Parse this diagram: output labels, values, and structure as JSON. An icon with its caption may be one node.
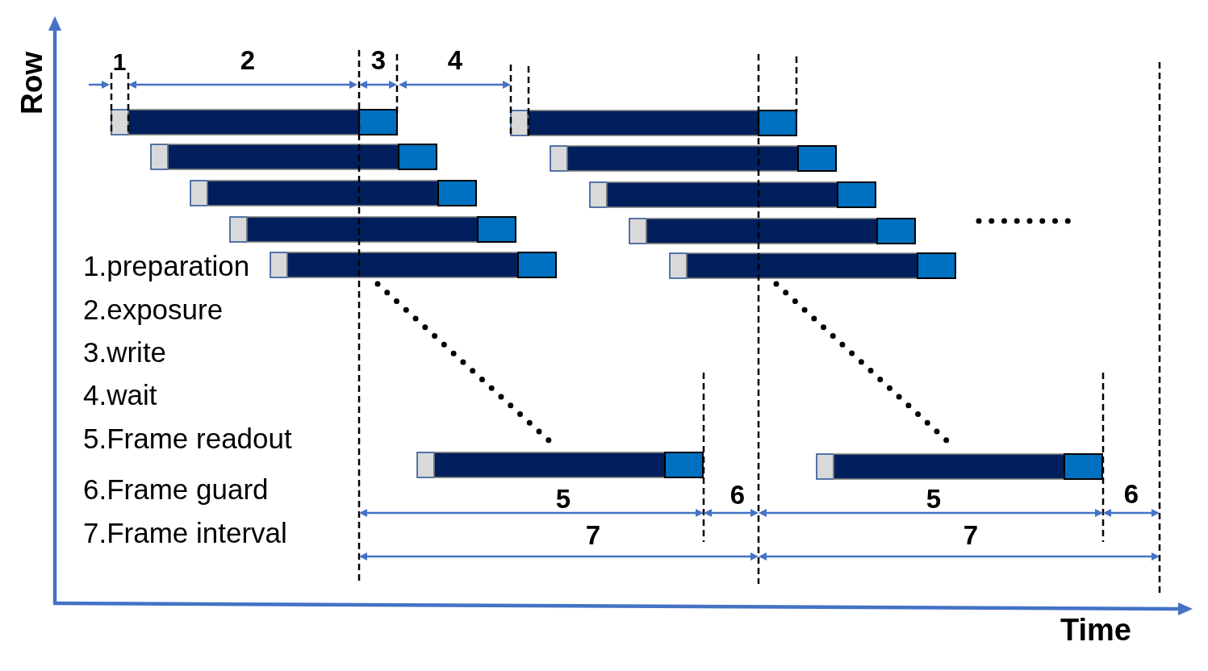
{
  "diagram": {
    "labels": [
      "Row",
      "1",
      "2",
      "3",
      "4",
      "1.preparation",
      "2.exposure",
      "3.write",
      "4.wait",
      "5.Frame readout",
      "6.Frame guard",
      "5",
      "6",
      "5",
      "6",
      "7.Frame interval",
      "7",
      "7",
      "Time"
    ]
  }
}
